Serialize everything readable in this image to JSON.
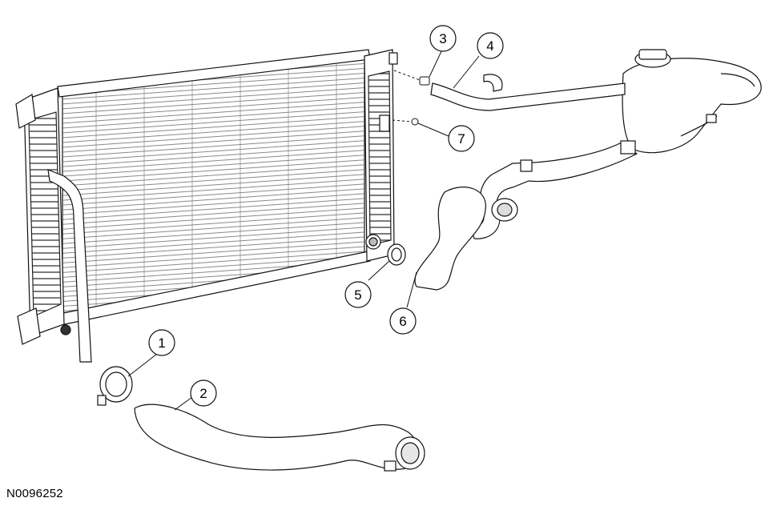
{
  "figure_id": "N0096252",
  "callouts": [
    {
      "id": "c1",
      "label": "1"
    },
    {
      "id": "c2",
      "label": "2"
    },
    {
      "id": "c3",
      "label": "3"
    },
    {
      "id": "c4",
      "label": "4"
    },
    {
      "id": "c5",
      "label": "5"
    },
    {
      "id": "c6",
      "label": "6"
    },
    {
      "id": "c7",
      "label": "7"
    }
  ]
}
